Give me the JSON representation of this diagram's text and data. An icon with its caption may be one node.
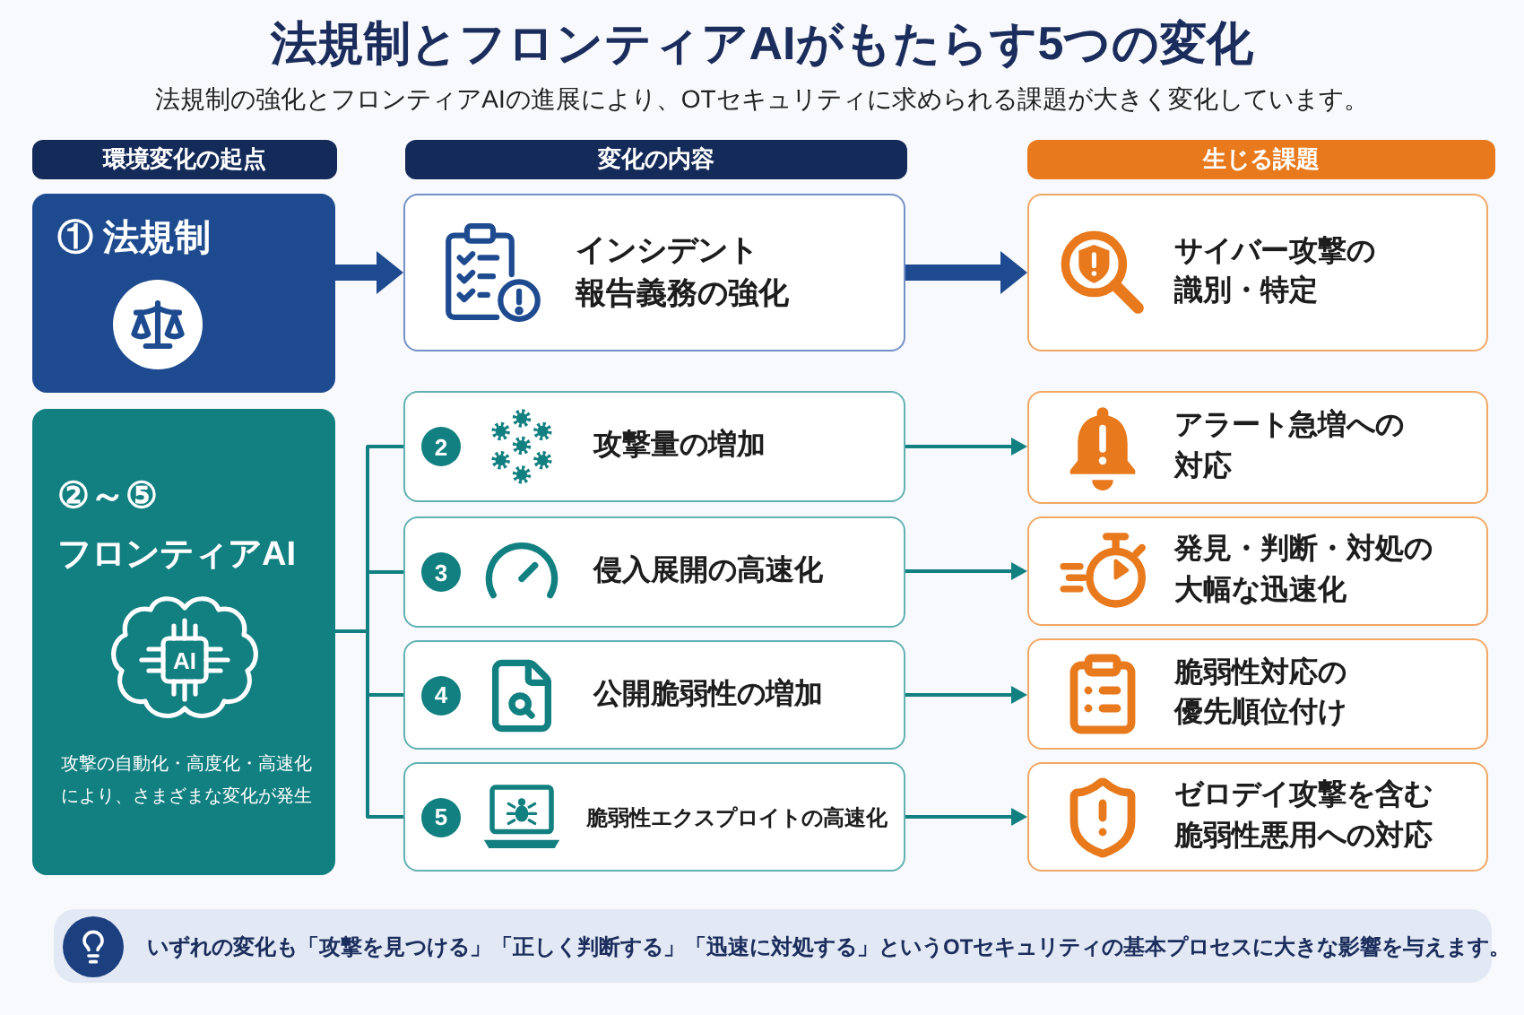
{
  "diagram": {
    "title": "法規制とフロンティアAIがもたらす5つの変化",
    "nodes": [
      {
        "text": [
          "環境変化の起点"
        ]
      },
      {
        "text": [
          "変化の内容"
        ]
      },
      {
        "text": [
          "生じる課題"
        ]
      },
      {
        "text": [
          "① 法規制"
        ]
      },
      {
        "text": [
          "インシデント報告義務の強化"
        ]
      },
      {
        "text": [
          "サイバー攻撃の識別・特定"
        ]
      },
      {
        "text": [
          "②～⑤",
          "フロンティアAI",
          "攻撃の自動化・高度化・高速化により、さまざまな変化が発生"
        ]
      },
      {
        "text": [
          "2",
          "攻撃量の増加"
        ]
      },
      {
        "text": [
          "アラート急増への対応"
        ]
      },
      {
        "text": [
          "3",
          "侵入展開の高速化"
        ]
      },
      {
        "text": [
          "発見・判断・対処の大幅な迅速化"
        ]
      },
      {
        "text": [
          "4",
          "公開脆弱性の増加"
        ]
      },
      {
        "text": [
          "脆弱性対応の優先順位付け"
        ]
      },
      {
        "text": [
          "5",
          "脆弱性エクスプロイトの高速化"
        ]
      },
      {
        "text": [
          "ゼロデイ攻撃を含む脆弱性悪用への対応"
        ]
      },
      {
        "text": [
          "いずれの変化も「攻撃を見つける」「正しく判断する」「迅速に対処する」というOTセキュリティの基本プロセスに大きな影響を与えます。"
        ]
      }
    ],
    "edges": [
      {
        "from": 3,
        "to": 4,
        "arrow": "to",
        "style": "thick",
        "color": "#1e4b8f"
      },
      {
        "from": 4,
        "to": 5,
        "arrow": "to",
        "style": "thick",
        "color": "#1e4b8f"
      },
      {
        "from": 6,
        "to": 7,
        "arrow": "none"
      },
      {
        "from": 6,
        "to": 9,
        "arrow": "none"
      },
      {
        "from": 6,
        "to": 11,
        "arrow": "none"
      },
      {
        "from": 6,
        "to": 13,
        "arrow": "none"
      },
      {
        "from": 7,
        "to": 8,
        "arrow": "to"
      },
      {
        "from": 9,
        "to": 10,
        "arrow": "to"
      },
      {
        "from": 11,
        "to": 12,
        "arrow": "to"
      },
      {
        "from": 13,
        "to": 14,
        "arrow": "to"
      }
    ],
    "labels": [
      "法規制の強化とフロンティアAIの進展により、OTセキュリティに求められる課題が大きく変化しています。",
      "AI"
    ]
  }
}
